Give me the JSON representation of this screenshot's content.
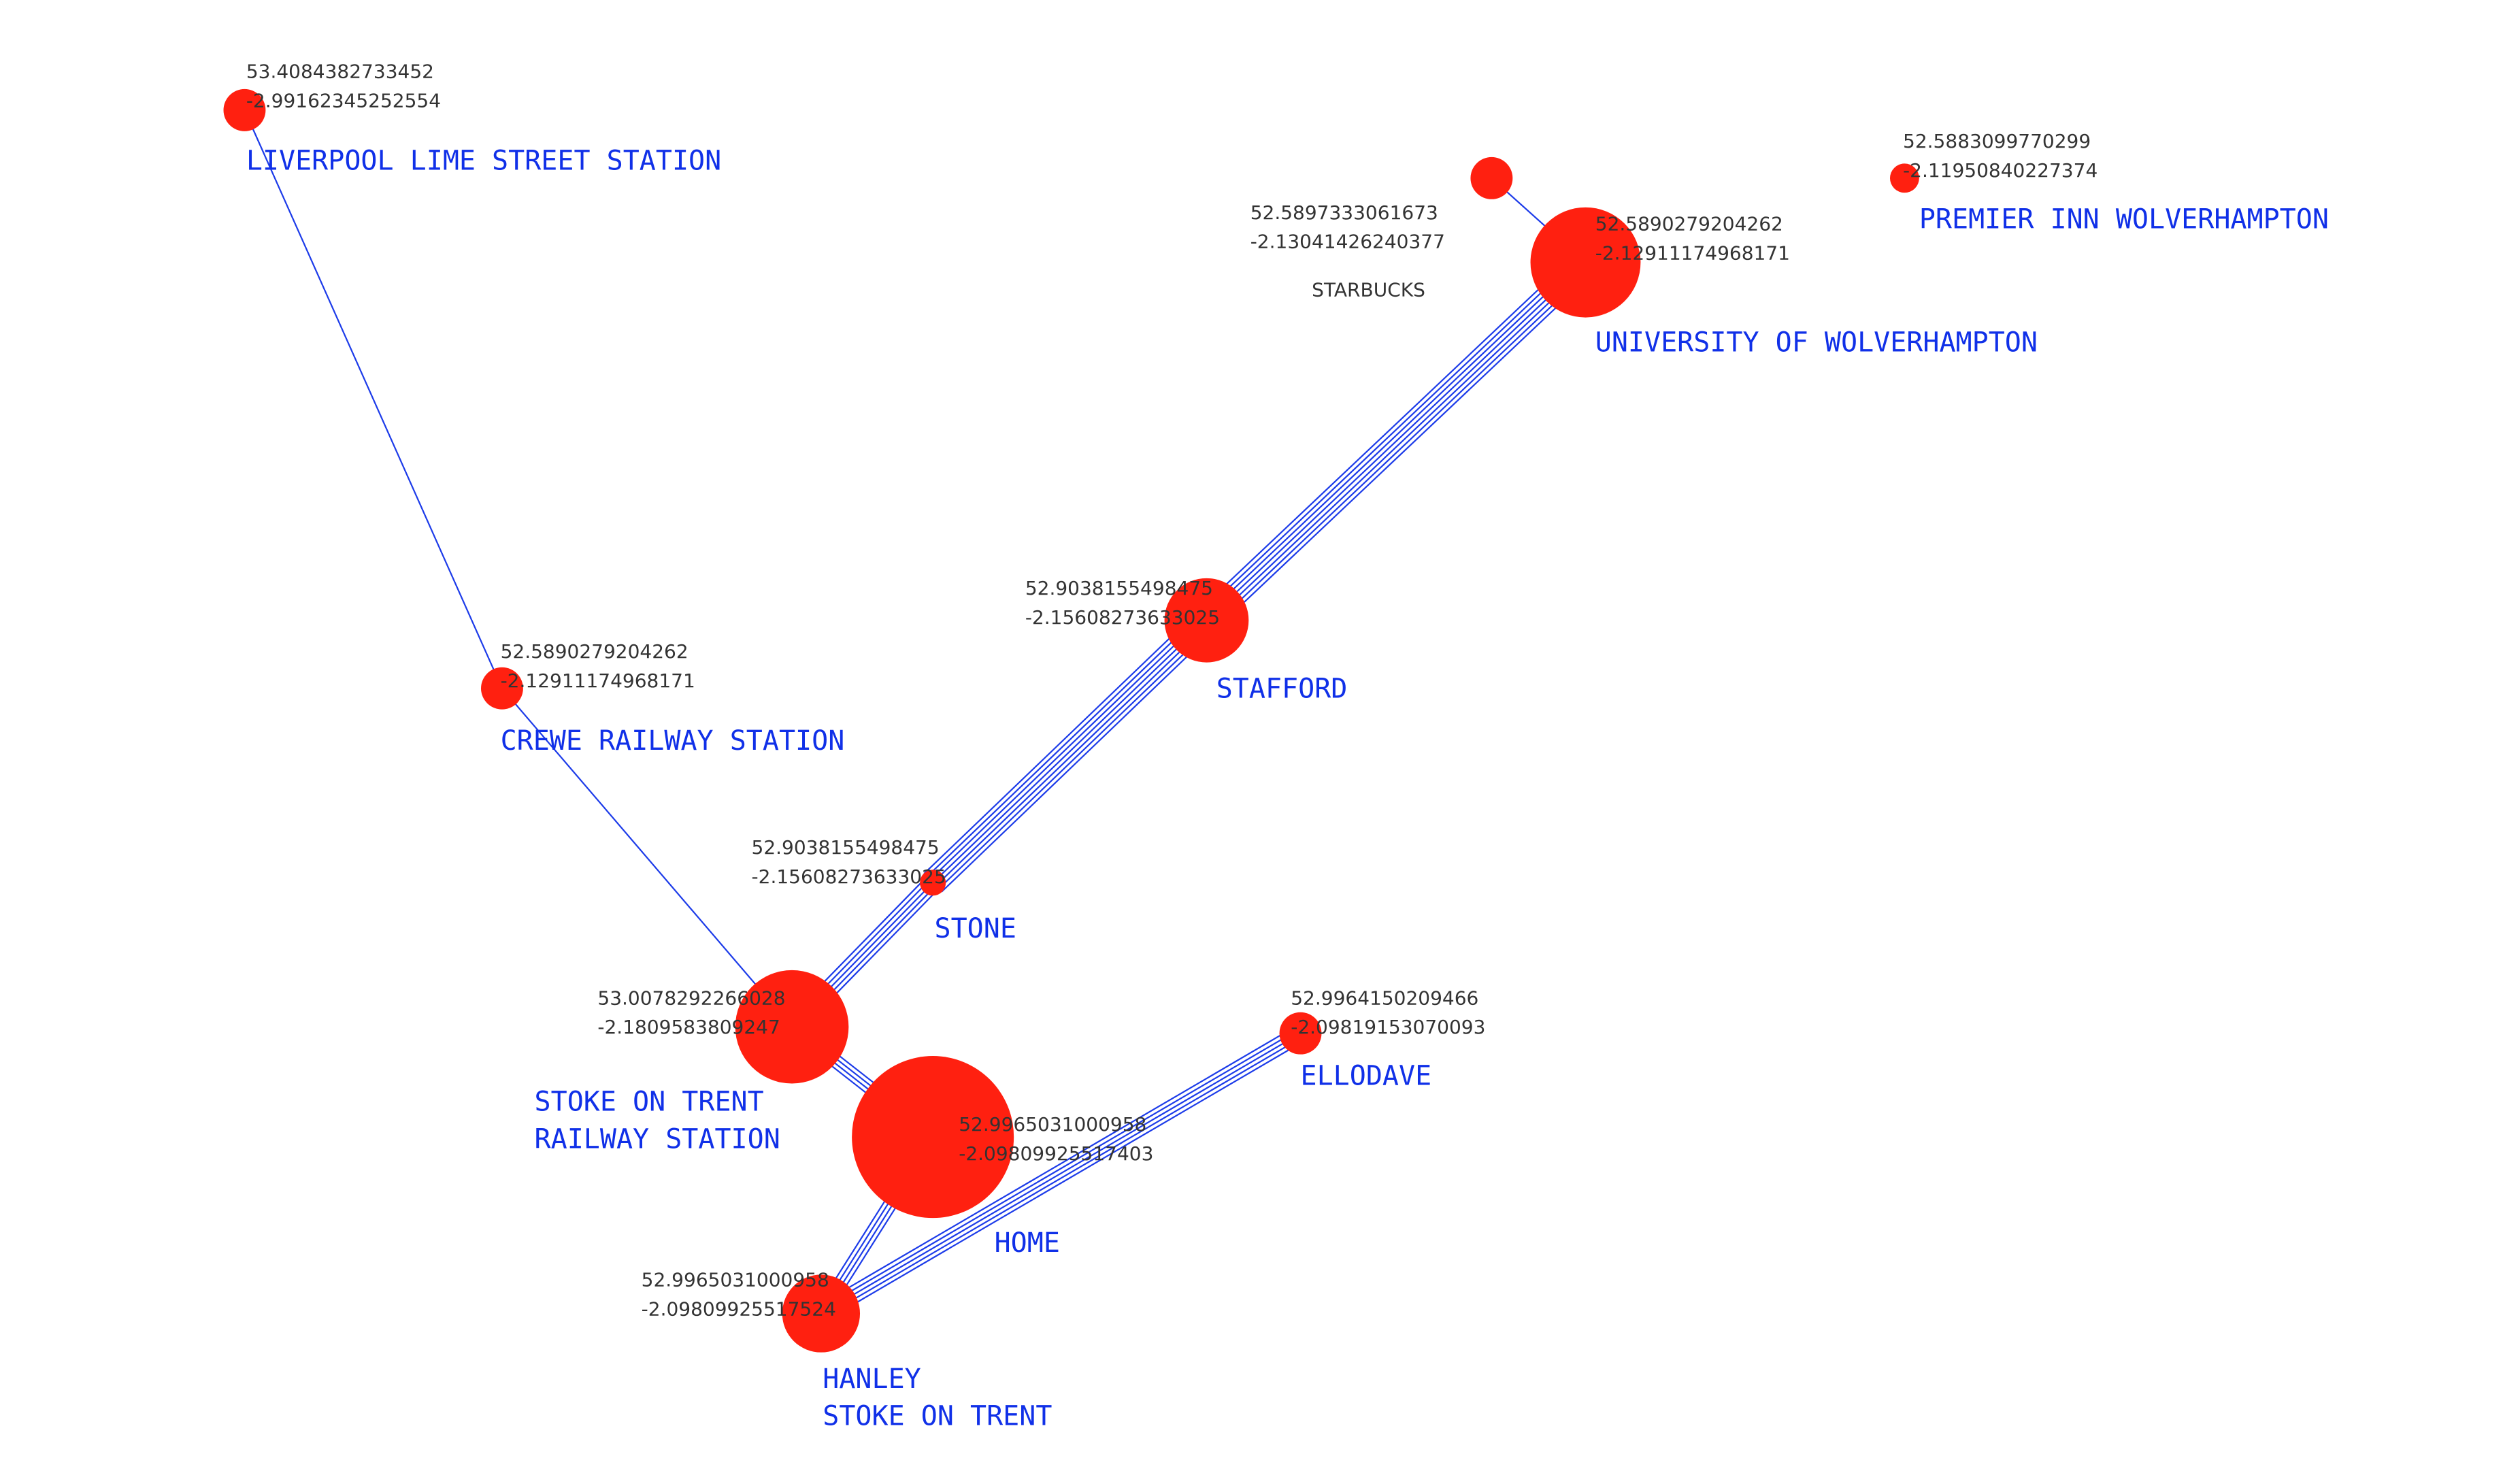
{
  "colors": {
    "node": "#ff2010",
    "edge": "#1030e8",
    "place_label": "#1030e8",
    "poi_label": "#333333",
    "coord_text": "#333333"
  },
  "nodes": [
    {
      "id": "liverpool",
      "name_lines": [
        "LIVERPOOL LIME STREET STATION"
      ],
      "lat": "53.4084382733452",
      "lon": "-2.99162345252554",
      "weight": 1
    },
    {
      "id": "crewe",
      "name_lines": [
        "CREWE RAILWAY STATION"
      ],
      "lat": "52.5890279204262",
      "lon": "-2.12911174968171",
      "weight": 1
    },
    {
      "id": "stoke_station",
      "name_lines": [
        "STOKE ON TRENT",
        "RAILWAY STATION"
      ],
      "lat": "53.0078292266028",
      "lon": "-2.1809583809247",
      "weight": 5
    },
    {
      "id": "home",
      "name_lines": [
        "HOME"
      ],
      "lat": "52.9965031000958",
      "lon": "-2.09809925517403",
      "weight": 10
    },
    {
      "id": "hanley",
      "name_lines": [
        "HANLEY",
        "STOKE ON TRENT"
      ],
      "lat": "52.9965031000958",
      "lon": "-2.09809925517524",
      "weight": 2.5
    },
    {
      "id": "ellodave",
      "name_lines": [
        "ELLODAVE"
      ],
      "lat": "52.9964150209466",
      "lon": "-2.09819153070093",
      "weight": 0.8
    },
    {
      "id": "stone",
      "name_lines": [
        "STONE"
      ],
      "lat": "52.9038155498475",
      "lon": "-2.15608273633025",
      "weight": 0.3
    },
    {
      "id": "stafford",
      "name_lines": [
        "STAFFORD"
      ],
      "lat": "52.9038155498475",
      "lon": "-2.15608273633025",
      "weight": 2.8
    },
    {
      "id": "university",
      "name_lines": [
        "UNIVERSITY OF WOLVERHAMPTON"
      ],
      "lat": "52.5890279204262",
      "lon": "-2.12911174968171",
      "weight": 4.7
    },
    {
      "id": "starbucks",
      "name_lines": [
        "STARBUCKS"
      ],
      "lat": "52.5897333061673",
      "lon": "-2.13041426240377",
      "weight": 0.7
    },
    {
      "id": "premier",
      "name_lines": [
        "PREMIER INN WOLVERHAMPTON"
      ],
      "lat": "52.5883099770299",
      "lon": "-2.11950840227374",
      "weight": 0.35
    }
  ],
  "edges": [
    {
      "from": "liverpool",
      "to": "crewe",
      "count": 1
    },
    {
      "from": "crewe",
      "to": "stoke_station",
      "count": 1
    },
    {
      "from": "stoke_station",
      "to": "stone",
      "count": 5
    },
    {
      "from": "stone",
      "to": "stafford",
      "count": 7
    },
    {
      "from": "stafford",
      "to": "university",
      "count": 7
    },
    {
      "from": "university",
      "to": "starbucks",
      "count": 1
    },
    {
      "from": "stoke_station",
      "to": "home",
      "count": 4
    },
    {
      "from": "home",
      "to": "hanley",
      "count": 4
    },
    {
      "from": "hanley",
      "to": "ellodave",
      "count": 5
    }
  ]
}
